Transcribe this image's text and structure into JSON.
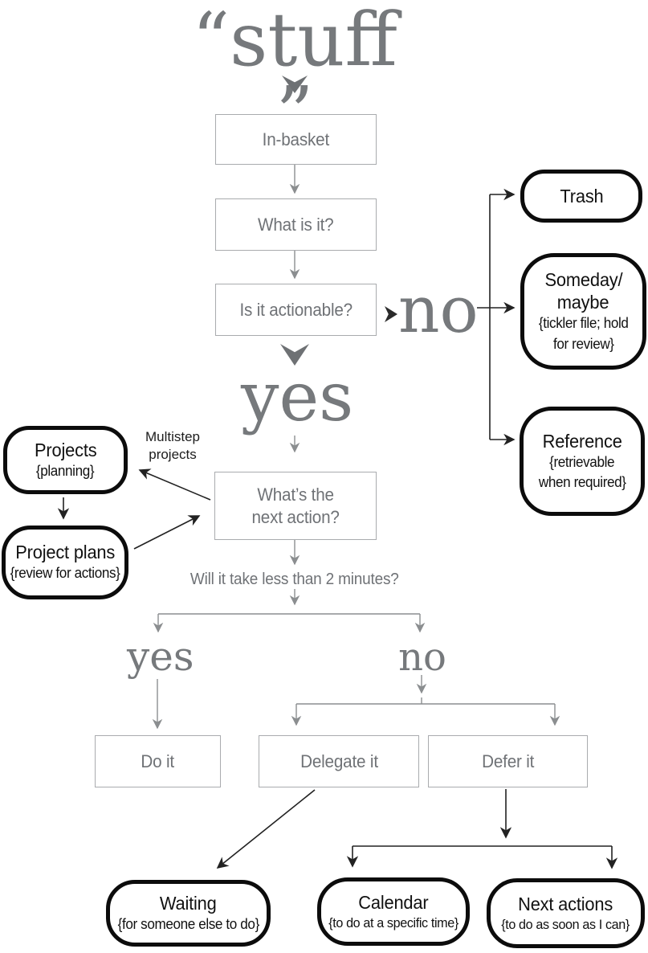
{
  "title": "“stuff ”",
  "flow": {
    "in_basket": "In-basket",
    "what_is_it": "What is it?",
    "is_it_actionable": "Is it actionable?",
    "no_big": "no",
    "yes_big": "yes",
    "whats_next_line1": "What’s the",
    "whats_next_line2": "next action?",
    "two_minutes_question": "Will it take less than 2 minutes?",
    "branch_yes": "yes",
    "branch_no": "no",
    "do_it": "Do it",
    "delegate_it": "Delegate it",
    "defer_it": "Defer it"
  },
  "side_labels": {
    "multistep_line1": "Multistep",
    "multistep_line2": "projects"
  },
  "terminals": {
    "trash": {
      "title": "Trash"
    },
    "someday": {
      "title_line1": "Someday/",
      "title_line2": "maybe",
      "sub_line1": "{tickler file; hold",
      "sub_line2": "for review}"
    },
    "reference": {
      "title": "Reference",
      "sub_line1": "{retrievable",
      "sub_line2": "when required}"
    },
    "projects": {
      "title": "Projects",
      "subtitle": "{planning}"
    },
    "project_plans": {
      "title": "Project plans",
      "subtitle": "{review for actions}"
    },
    "waiting": {
      "title": "Waiting",
      "subtitle": "{for someone else to do}"
    },
    "calendar": {
      "title": "Calendar",
      "subtitle": "{to do at a specific time}"
    },
    "next_actions": {
      "title": "Next actions",
      "subtitle": "{to do as soon as I can}"
    }
  },
  "colors": {
    "line_gray": "#8b8e90",
    "line_black": "#222222",
    "text_gray": "#6f7276",
    "serif_gray": "#76797c",
    "box_border_gray": "#a9abae",
    "box_border_black": "#0c0c0c"
  }
}
